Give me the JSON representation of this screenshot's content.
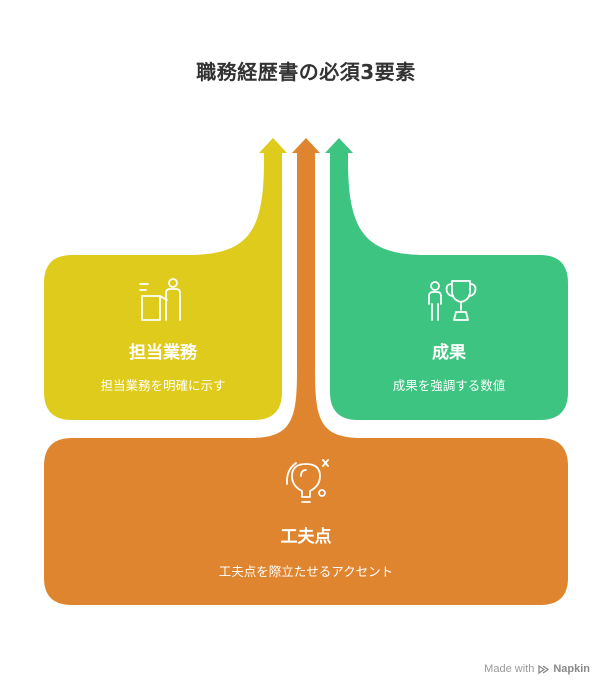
{
  "title": "職務経歴書の必須3要素",
  "cards": {
    "left": {
      "title": "担当業務",
      "desc": "担当業務を明確に示す",
      "icon": "presenter-icon",
      "color": "#DFCB1B"
    },
    "right": {
      "title": "成果",
      "desc": "成果を強調する数値",
      "icon": "trophy-icon",
      "color": "#3DC481"
    },
    "bottom": {
      "title": "工夫点",
      "desc": "工夫点を際立たせるアクセント",
      "icon": "lightbulb-icon",
      "color": "#DF852F"
    }
  },
  "footer": {
    "prefix": "Made with",
    "brand": "Napkin"
  }
}
